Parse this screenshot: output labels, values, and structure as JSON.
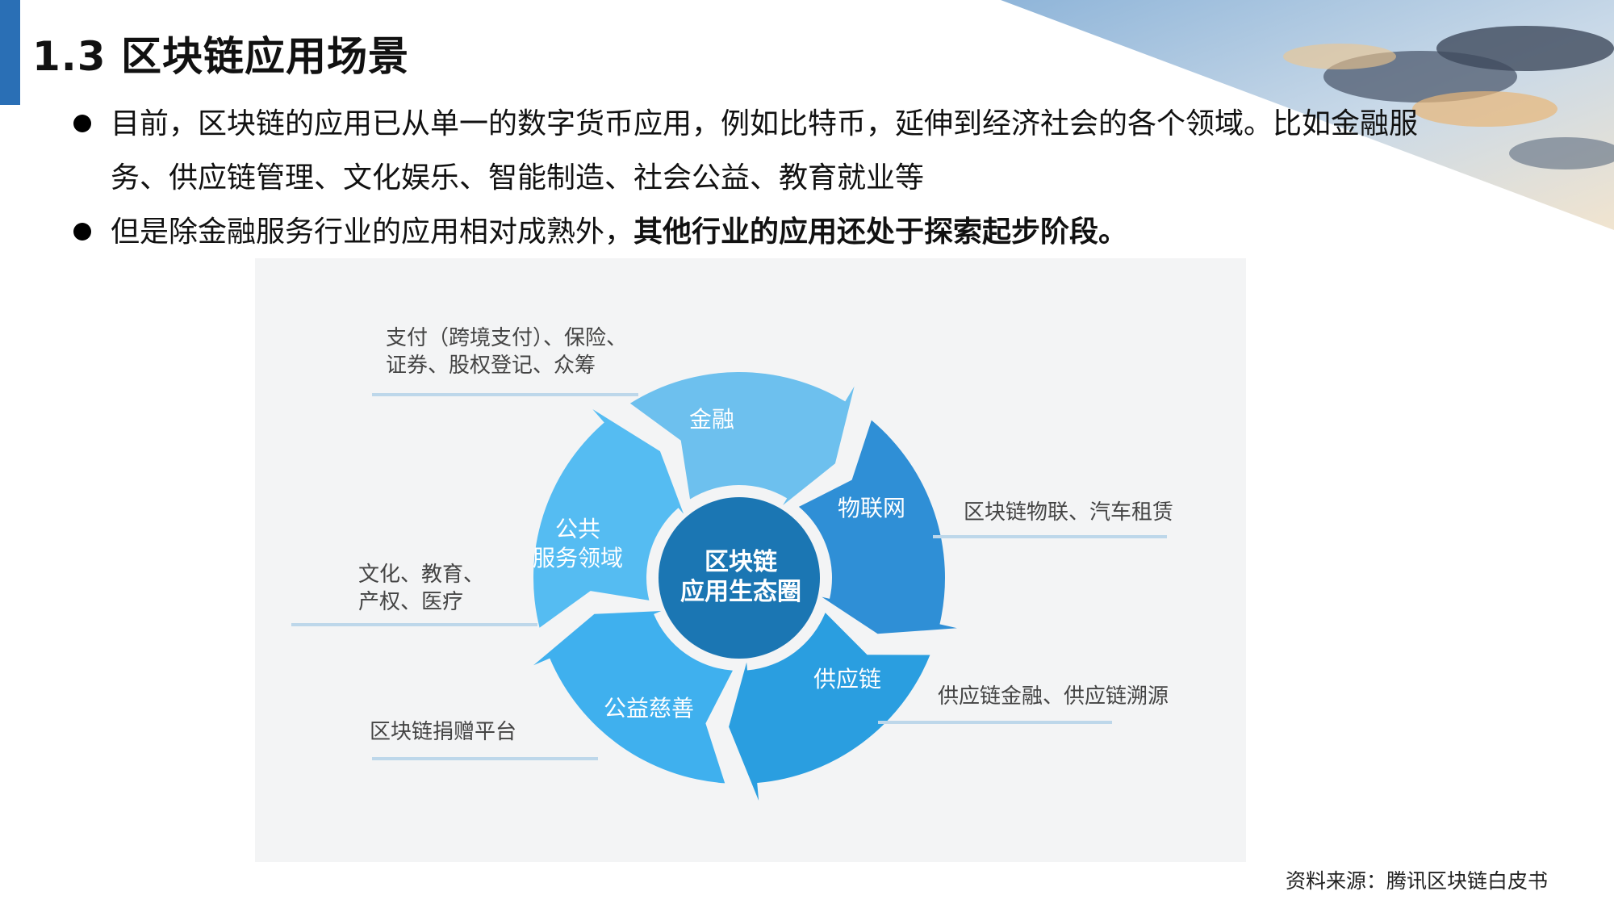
{
  "header": {
    "title": "1.3 区块链应用场景"
  },
  "bullets": [
    {
      "text": "目前，区块链的应用已从单一的数字货币应用，例如比特币，延伸到经济社会的各个领域。比如金融服务、供应链管理、文化娱乐、智能制造、社会公益、教育就业等"
    },
    {
      "text": "但是除金融服务行业的应用相对成熟外，",
      "bold_text": "其他行业的应用还处于探索起步阶段。"
    }
  ],
  "diagram": {
    "center": {
      "line1": "区块链",
      "line2": "应用生态圈"
    },
    "segments": [
      {
        "label": "金融",
        "annotation_line1": "支付（跨境支付）、保险、",
        "annotation_line2": "证券、股权登记、众筹",
        "color": "#6dc0ee"
      },
      {
        "label": "物联网",
        "annotation": "区块链物联、汽车租赁",
        "color": "#2f8fd6"
      },
      {
        "label": "供应链",
        "annotation": "供应链金融、供应链溯源",
        "color": "#2a9ee0"
      },
      {
        "label": "公益慈善",
        "annotation": "区块链捐赠平台",
        "color": "#3fb0ee"
      },
      {
        "label_line1": "公共",
        "label_line2": "服务领域",
        "annotation_line1": "文化、教育、",
        "annotation_line2": "产权、医疗",
        "color": "#55bcf2"
      }
    ],
    "center_color": "#1b76b3",
    "rule_color": "#bdd7ea"
  },
  "source": "资料来源：腾讯区块链白皮书",
  "accent_color": "#2a6fb5"
}
